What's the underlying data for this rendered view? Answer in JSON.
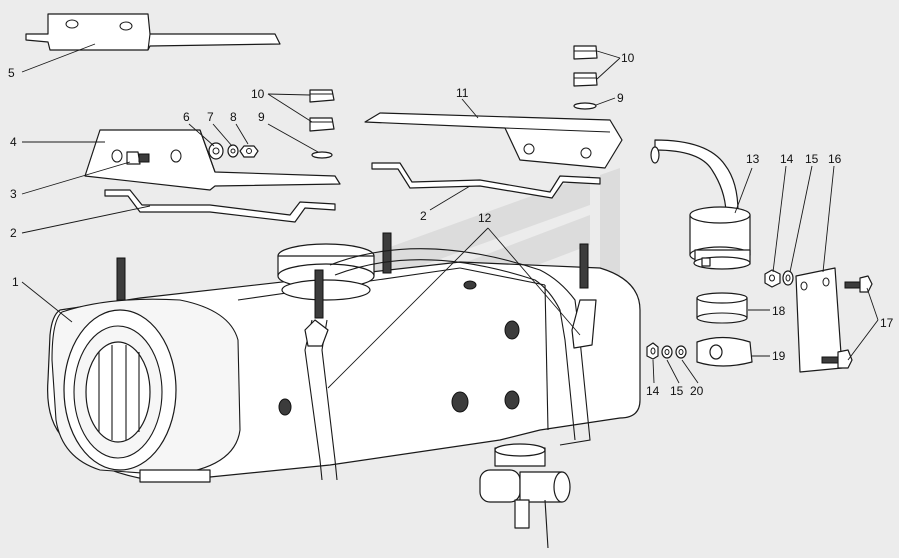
{
  "callouts": [
    {
      "id": "c5",
      "text": "5"
    },
    {
      "id": "c4",
      "text": "4"
    },
    {
      "id": "c3",
      "text": "3"
    },
    {
      "id": "c2a",
      "text": "2"
    },
    {
      "id": "c2b",
      "text": "2"
    },
    {
      "id": "c1",
      "text": "1"
    },
    {
      "id": "c6",
      "text": "6"
    },
    {
      "id": "c7",
      "text": "7"
    },
    {
      "id": "c8",
      "text": "8"
    },
    {
      "id": "c9a",
      "text": "9"
    },
    {
      "id": "c9b",
      "text": "9"
    },
    {
      "id": "c10a",
      "text": "10"
    },
    {
      "id": "c10b",
      "text": "10"
    },
    {
      "id": "c11",
      "text": "11"
    },
    {
      "id": "c12",
      "text": "12"
    },
    {
      "id": "c13",
      "text": "13"
    },
    {
      "id": "c14a",
      "text": "14"
    },
    {
      "id": "c14b",
      "text": "14"
    },
    {
      "id": "c15a",
      "text": "15"
    },
    {
      "id": "c15b",
      "text": "15"
    },
    {
      "id": "c16",
      "text": "16"
    },
    {
      "id": "c17",
      "text": "17"
    },
    {
      "id": "c18",
      "text": "18"
    },
    {
      "id": "c19",
      "text": "19"
    },
    {
      "id": "c20",
      "text": "20"
    }
  ],
  "colors": {
    "background": "#ececec",
    "line": "#1a1a1a",
    "watermark": "#d9d9d9"
  }
}
